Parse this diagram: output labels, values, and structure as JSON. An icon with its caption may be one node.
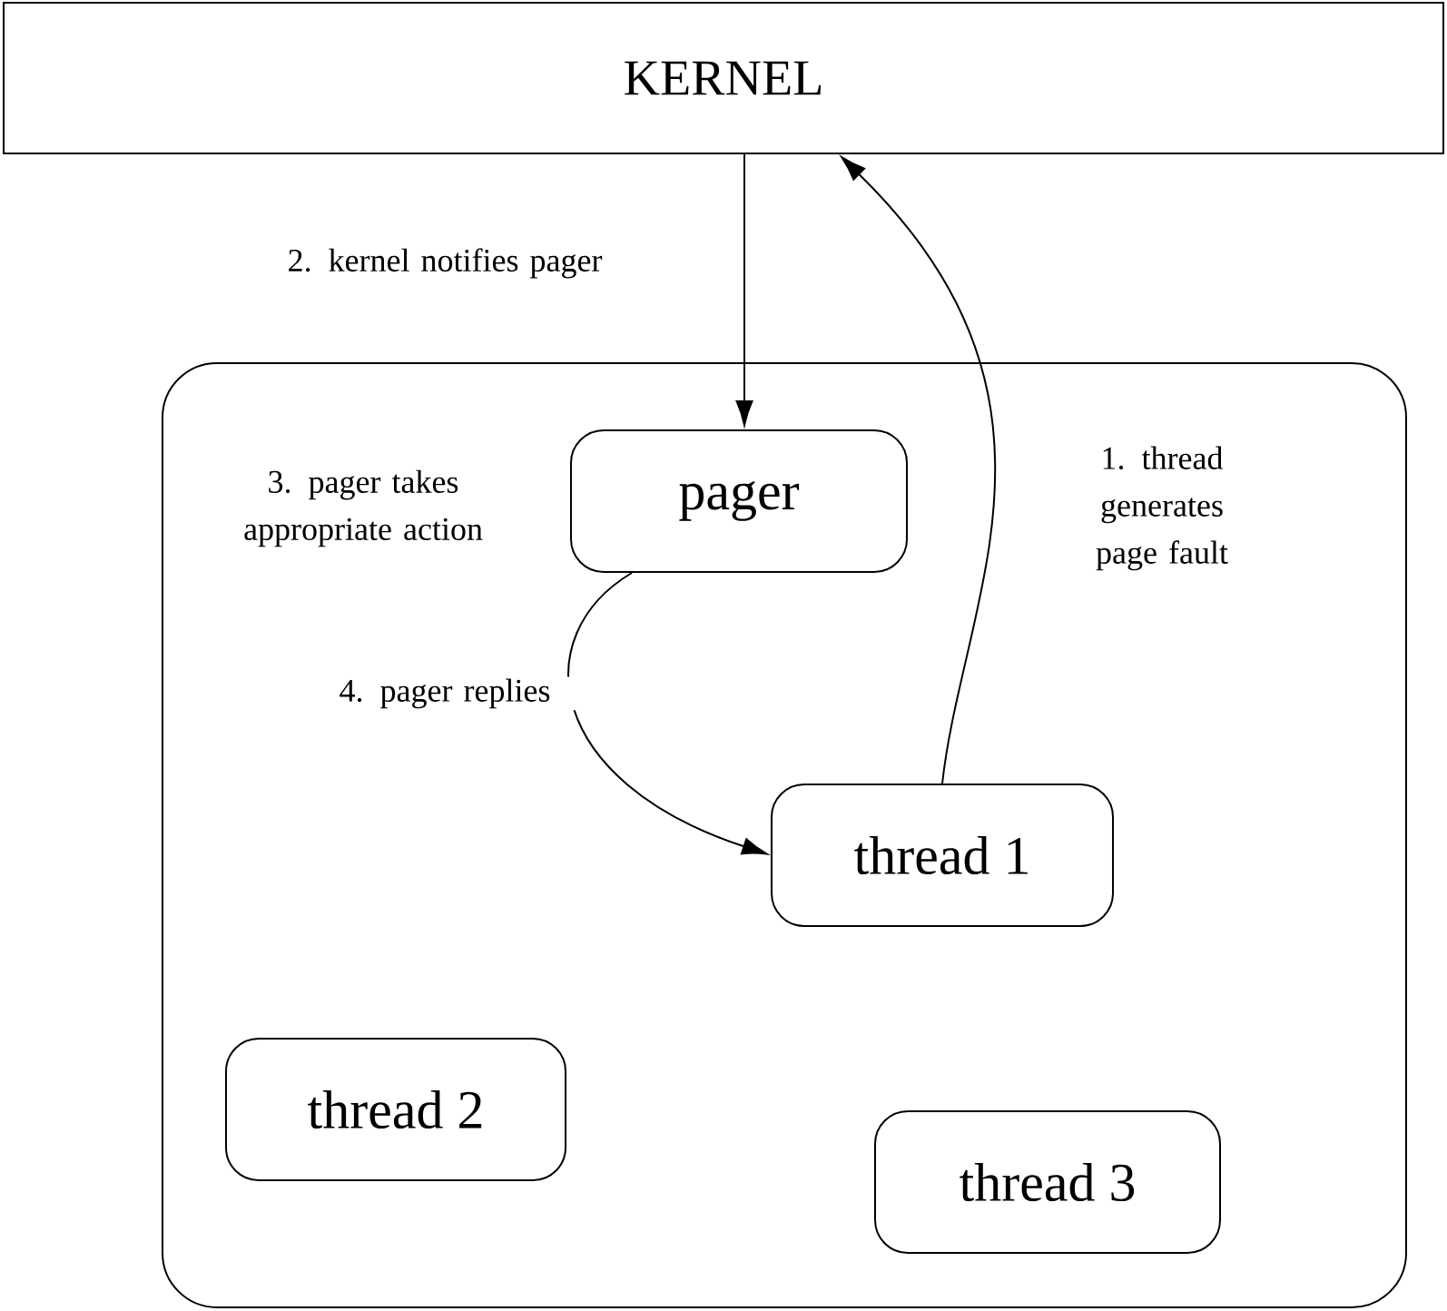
{
  "diagram": {
    "nodes": [
      {
        "text": [
          "KERNEL"
        ]
      },
      {
        "text": [],
        "shape": "box"
      },
      {
        "text": [
          "pager"
        ],
        "in": 1,
        "beside": [
          "3. pager takes appropriate action"
        ]
      },
      {
        "text": [
          "thread 1"
        ],
        "in": 1
      },
      {
        "text": [
          "thread 2"
        ],
        "in": 1
      },
      {
        "text": [
          "thread 3"
        ],
        "in": 1
      }
    ],
    "edges": [
      {
        "from": 3,
        "to": 0,
        "arrow": "to",
        "label": "1. thread generates page fault"
      },
      {
        "from": 0,
        "to": 2,
        "arrow": "to",
        "label": "2. kernel notifies pager"
      },
      {
        "from": 2,
        "to": 3,
        "arrow": "to",
        "label": "4. pager replies"
      }
    ]
  }
}
